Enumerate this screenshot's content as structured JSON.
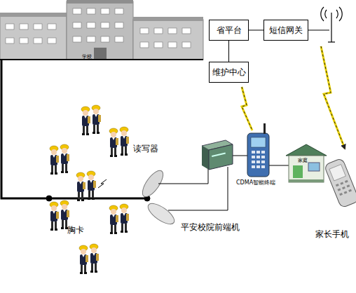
{
  "diagram": {
    "nodes": [
      {
        "text": [
          "省平台"
        ]
      },
      {
        "text": [
          "短信网关"
        ]
      },
      {
        "text": [
          "维护中心"
        ]
      }
    ],
    "edges": [
      {
        "from": 0,
        "to": 1,
        "arrow": "none"
      },
      {
        "from": 0,
        "to": 2,
        "arrow": "none"
      }
    ],
    "labels": [
      "学校",
      "读写器",
      "胸卡",
      "平安校院前端机",
      "CDMA智能终端",
      "家庭",
      "家长手机"
    ]
  }
}
